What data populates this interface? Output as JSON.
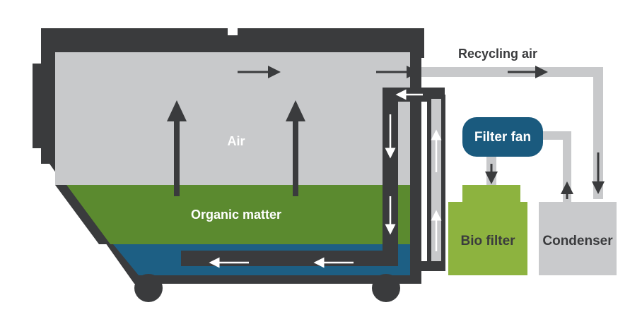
{
  "labels": {
    "recycling_air": "Recycling air",
    "air": "Air",
    "organic_matter": "Organic matter",
    "filter_fan": "Filter fan",
    "bio_filter": "Bio filter",
    "condenser": "Condenser"
  },
  "colors": {
    "tank_wall": "#3a3b3d",
    "air": "#c8c9cb",
    "organic_matter": "#5b8a2f",
    "liquid": "#1d5f84",
    "pipe": "#c8c9cb",
    "filter_fan": "#1a5a7e",
    "bio_filter": "#8db33f",
    "condenser": "#c9cacc",
    "arrow_dark": "#3a3b3d",
    "arrow_light": "#ffffff",
    "text_dark": "#3a3b3d",
    "text_light": "#ffffff"
  }
}
